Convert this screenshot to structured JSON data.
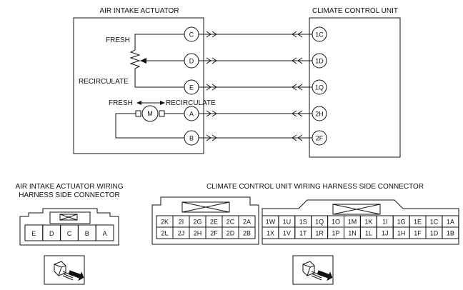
{
  "actuator": {
    "title": "AIR INTAKE ACTUATOR",
    "fresh_label": "FRESH",
    "recirculate_label": "RECIRCULATE",
    "motor_fresh_label": "FRESH",
    "motor_recirculate_label": "RECIRCULATE",
    "motor_symbol": "M",
    "terminals": [
      "C",
      "D",
      "E",
      "A",
      "B"
    ]
  },
  "climate_unit": {
    "title": "CLIMATE CONTROL UNIT",
    "terminals": [
      "1C",
      "1D",
      "1Q",
      "2H",
      "2F"
    ]
  },
  "actuator_connector": {
    "title_line1": "AIR INTAKE ACTUATOR WIRING",
    "title_line2": "HARNESS SIDE CONNECTOR",
    "pins": [
      "E",
      "D",
      "C",
      "B",
      "A"
    ]
  },
  "ccu_connector": {
    "title": "CLIMATE CONTROL UNIT WIRING HARNESS SIDE CONNECTOR",
    "left_block": [
      [
        "2K",
        "2I",
        "2G",
        "2E",
        "2C",
        "2A"
      ],
      [
        "2L",
        "2J",
        "2H",
        "2F",
        "2D",
        "2B"
      ]
    ],
    "right_block": [
      [
        "1W",
        "1U",
        "1S",
        "1Q",
        "1O",
        "1M",
        "1K",
        "1I",
        "1G",
        "1E",
        "1C",
        "1A"
      ],
      [
        "1X",
        "1V",
        "1T",
        "1R",
        "1P",
        "1N",
        "1L",
        "1J",
        "1H",
        "1F",
        "1D",
        "1B"
      ]
    ]
  }
}
